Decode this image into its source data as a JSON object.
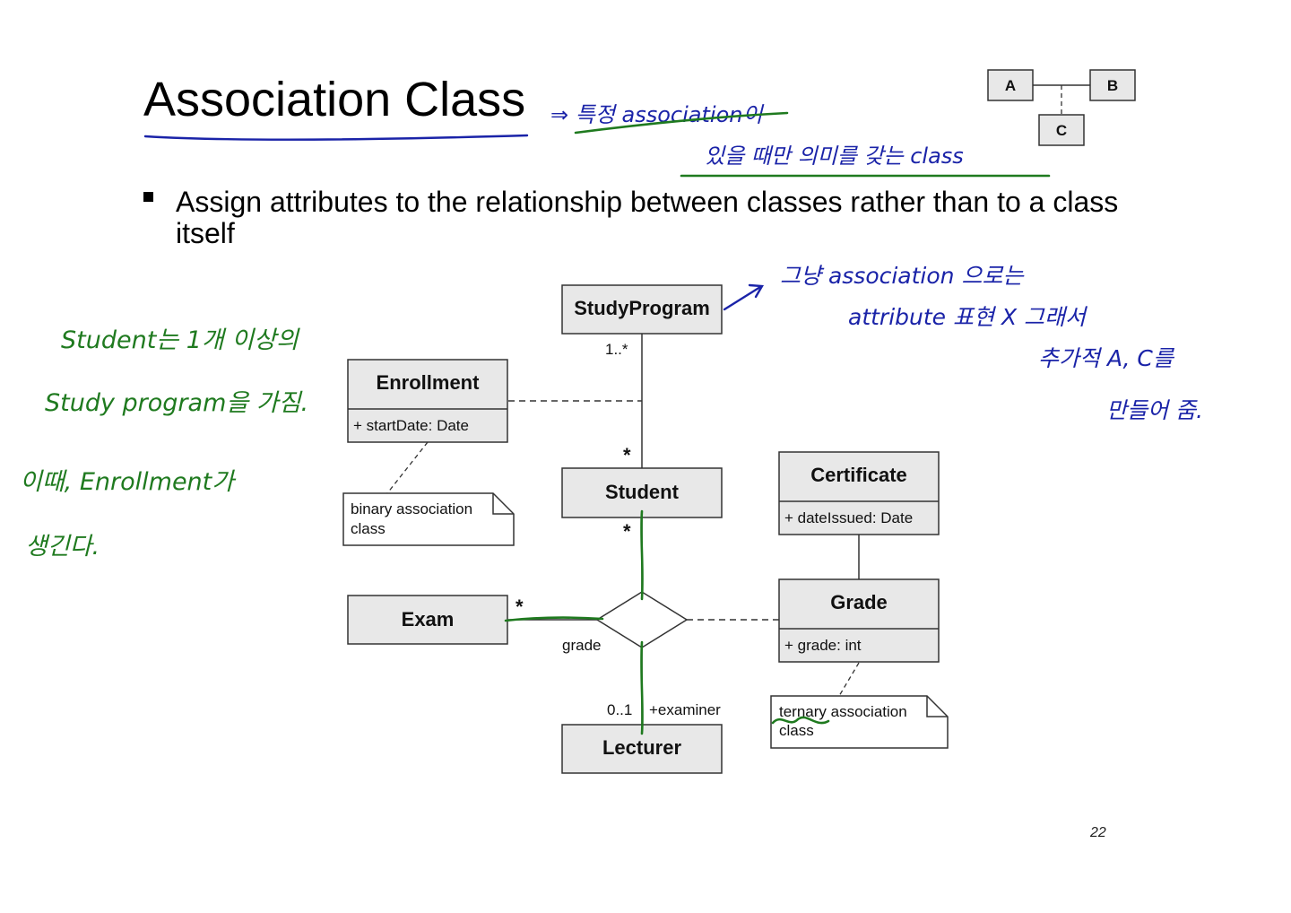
{
  "slide": {
    "title": "Association Class",
    "bullet": "Assign attributes to the relationship between classes rather than to a class itself",
    "page_number": "22"
  },
  "mini_diagram": {
    "a": "A",
    "b": "B",
    "c": "C"
  },
  "classes": {
    "study_program": {
      "name": "StudyProgram"
    },
    "enrollment": {
      "name": "Enrollment",
      "attribute": "+ startDate: Date"
    },
    "student": {
      "name": "Student"
    },
    "certificate": {
      "name": "Certificate",
      "attribute": "+ dateIssued: Date"
    },
    "grade": {
      "name": "Grade",
      "attribute": "+ grade: int"
    },
    "exam": {
      "name": "Exam"
    },
    "lecturer": {
      "name": "Lecturer"
    }
  },
  "labels": {
    "mult_study_program": "1..*",
    "mult_student_top": "*",
    "mult_student_bottom": "*",
    "mult_exam": "*",
    "grade_role": "grade",
    "mult_lecturer": "0..1",
    "role_examiner": "+examiner"
  },
  "notes": {
    "binary": {
      "line1": "binary association",
      "line2": "class"
    },
    "ternary": {
      "line1": "ternary association",
      "line2": "class"
    }
  },
  "handwriting": {
    "blue_title_1": "⇒ 특정 association이",
    "blue_title_2": "있을 때만 의미를 갖는 class",
    "blue_right_1": "그냥 association 으로는",
    "blue_right_2": "attribute 표현 X 그래서",
    "blue_right_3": "추가적 A, C를",
    "blue_right_4": "만들어 줌.",
    "green_left_1": "Student는 1개 이상의",
    "green_left_2": "Study program을 가짐.",
    "green_left_3": "이때, Enrollment가",
    "green_left_4": "생긴다."
  },
  "colors": {
    "ink_blue": "#1a23a8",
    "ink_green": "#1f7a1f",
    "class_fill": "#e8e8e8"
  }
}
